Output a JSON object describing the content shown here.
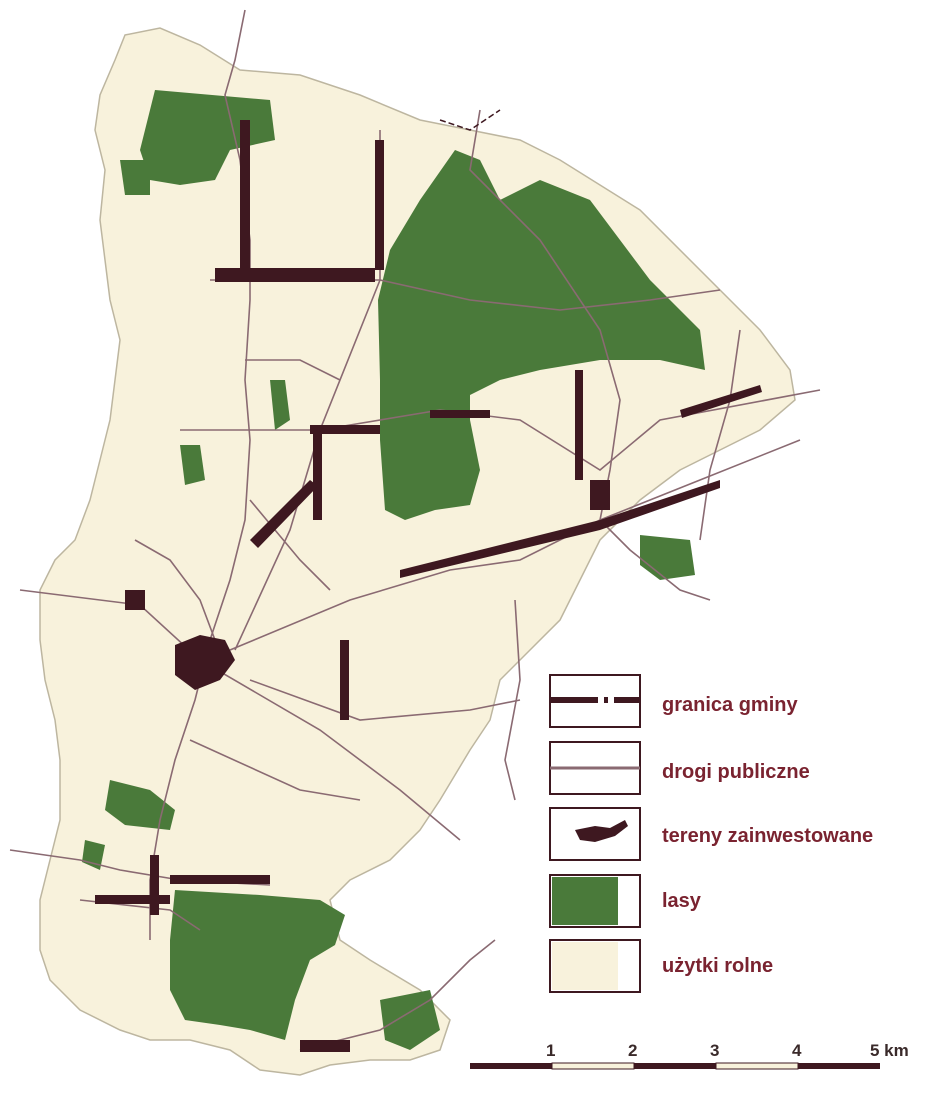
{
  "map": {
    "colors": {
      "farmland": "#f8f2dc",
      "forest": "#4a7a3a",
      "settlement": "#3e1820",
      "roads": "#8a6a72",
      "border": "#3e1820",
      "legend_text": "#7a2330",
      "background": "#ffffff"
    }
  },
  "legend": {
    "items": [
      {
        "symbol": "border-line",
        "label": "granica gminy"
      },
      {
        "symbol": "road-line",
        "label": "drogi publiczne"
      },
      {
        "symbol": "settlement-blob",
        "label": "tereny zainwestowane"
      },
      {
        "symbol": "forest-fill",
        "label": "lasy"
      },
      {
        "symbol": "farmland-fill",
        "label": "użytki rolne"
      }
    ]
  },
  "scale_bar": {
    "ticks": [
      "1",
      "2",
      "3",
      "4",
      "5 km"
    ]
  }
}
